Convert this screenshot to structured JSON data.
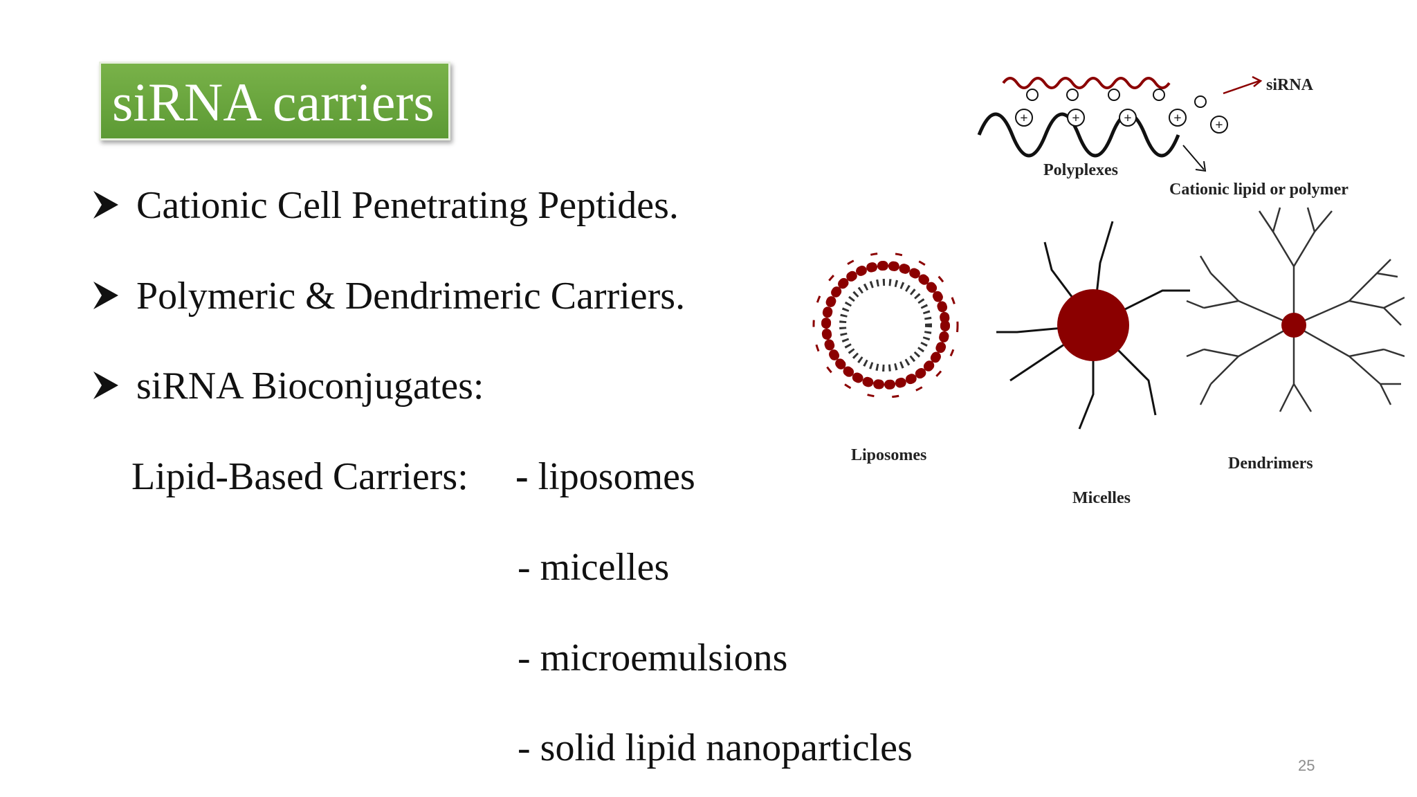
{
  "title": "siRNA carriers",
  "bullets": [
    "Cationic Cell Penetrating Peptides.",
    "Polymeric & Dendrimeric Carriers.",
    "siRNA Bioconjugates:"
  ],
  "lipid": {
    "label": "Lipid-Based Carriers:",
    "first_dash": "-",
    "first_item": "liposomes",
    "items": [
      "- micelles",
      "- microemulsions",
      "- solid lipid nanoparticles"
    ]
  },
  "figure": {
    "sirna": "siRNA",
    "polyplexes": "Polyplexes",
    "cationic": "Cationic lipid or polymer",
    "liposomes": "Liposomes",
    "micelles": "Micelles",
    "dendrimers": "Dendrimers",
    "plus_sign": "+",
    "minus_sign": "-"
  },
  "page_number": "25",
  "colors": {
    "title_green": "#6aa83f",
    "accent_red": "#8b0000"
  }
}
